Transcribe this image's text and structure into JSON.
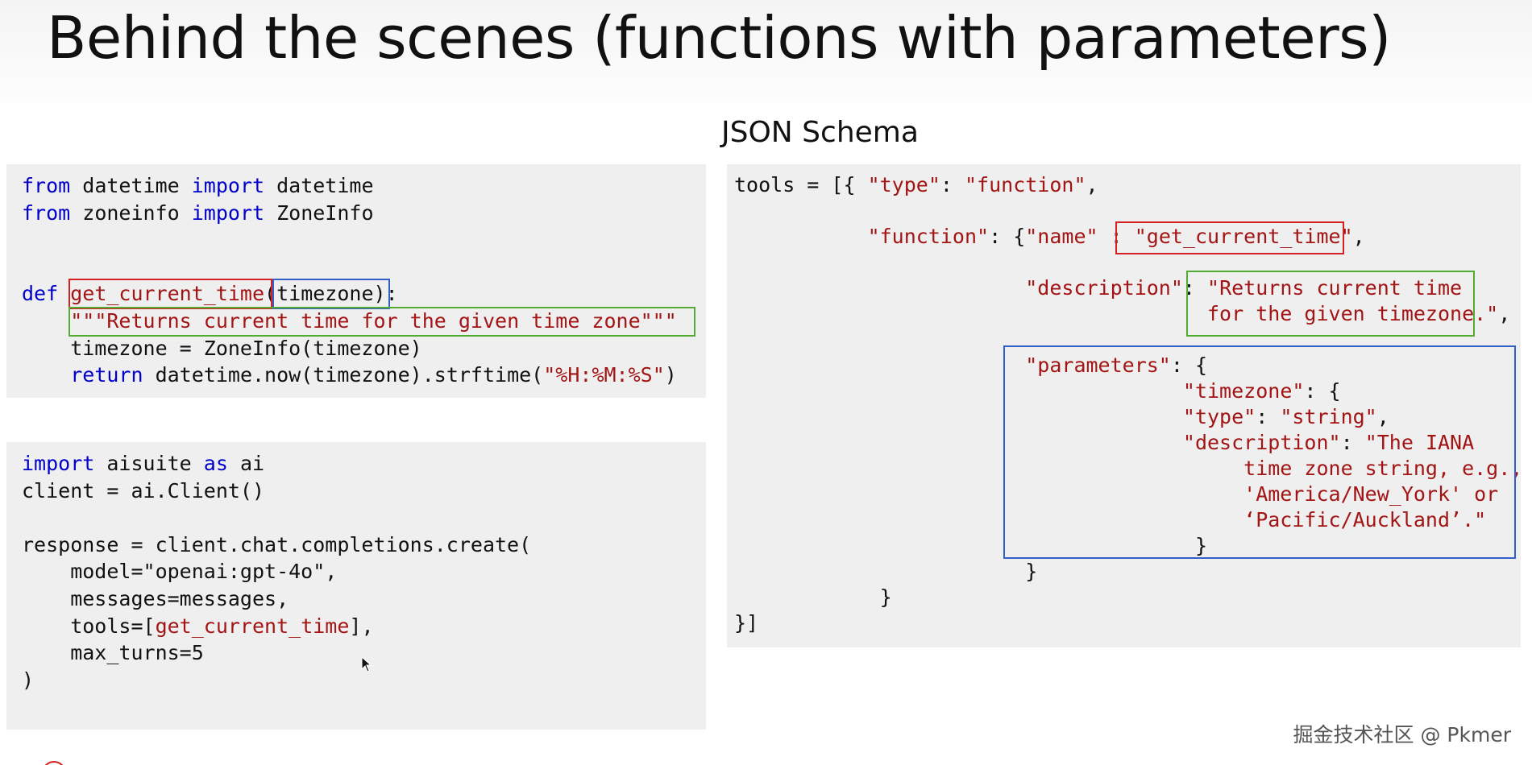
{
  "slide": {
    "title": "Behind the scenes (functions with parameters)",
    "schema_label": "JSON Schema",
    "watermark": "掘金技术社区 @ Pkmer"
  },
  "code_top": {
    "l1_kw1": "from",
    "l1_mod": " datetime ",
    "l1_kw2": "import",
    "l1_name": " datetime",
    "l2_kw1": "from",
    "l2_mod": " zoneinfo ",
    "l2_kw2": "import",
    "l2_name": " ZoneInfo",
    "l5_kw": "def",
    "l5_sp": " ",
    "l5_fname": "get_current_time",
    "l5_param": "(timezone)",
    "l5_colon": ":",
    "l6_indent": "    ",
    "l6_doc": "\"\"\"Returns current time for the given time zone\"\"\"",
    "l7": "    timezone = ZoneInfo(timezone)",
    "l8_indent": "    ",
    "l8_kw": "return",
    "l8_mid": " datetime.now(timezone).strftime(",
    "l8_str": "\"%H:%M:%S\"",
    "l8_end": ")"
  },
  "code_bottom": {
    "l1_kw1": "import",
    "l1_mid": " aisuite ",
    "l1_kw2": "as",
    "l1_end": " ai",
    "l2": "client = ai.Client()",
    "l4": "response = client.chat.completions.create(",
    "l5": "    model=\"openai:gpt-4o\",",
    "l6": "    messages=messages,",
    "l7_pre": "    tools=[",
    "l7_fn": "get_current_time",
    "l7_post": "],",
    "l8": "    max_turns=5",
    "l9": ")"
  },
  "code_right": {
    "l1_pre": "tools = [{ ",
    "l1_k1": "\"type\"",
    "l1_sep": ": ",
    "l1_v1": "\"function\"",
    "l1_end": ",",
    "l3_indent": "           ",
    "l3_k": "\"function\"",
    "l3_mid": ": {",
    "l3_k2": "\"name\"",
    "l3_sep": " : ",
    "l3_v": "\"get_current_time\"",
    "l3_end": ",",
    "l5_indent": "                        ",
    "l5_k": "\"description\"",
    "l5_sep": ": ",
    "l5_v": "\"Returns current time",
    "l6_indent": "                                       ",
    "l6_v": "for the given timezone.\"",
    "l6_end": ",",
    "l8_indent": "                        ",
    "l8_k": "\"parameters\"",
    "l8_end": ": {",
    "l9_indent": "                                     ",
    "l9_k": "\"timezone\"",
    "l9_end": ": {",
    "l10_indent": "                                     ",
    "l10_k": "\"type\"",
    "l10_sep": ": ",
    "l10_v": "\"string\"",
    "l10_end": ",",
    "l11_indent": "                                     ",
    "l11_k": "\"description\"",
    "l11_sep": ": ",
    "l11_v": "\"The IANA",
    "l12_indent": "                                          ",
    "l12_v": "time zone string, e.g.,",
    "l13_indent": "                                          ",
    "l13_v": "'America/New_York' or",
    "l14_indent": "                                          ",
    "l14_v": "‘Pacific/Auckland’.\"",
    "l15": "                                      }",
    "l16": "                        }",
    "l17": "            }",
    "l18": "}]"
  },
  "colors": {
    "keyword": "#0000c8",
    "string": "#a31515",
    "box_red": "#d42020",
    "box_blue": "#3060c8",
    "box_green": "#55aa33",
    "panel_bg": "#efefef"
  }
}
